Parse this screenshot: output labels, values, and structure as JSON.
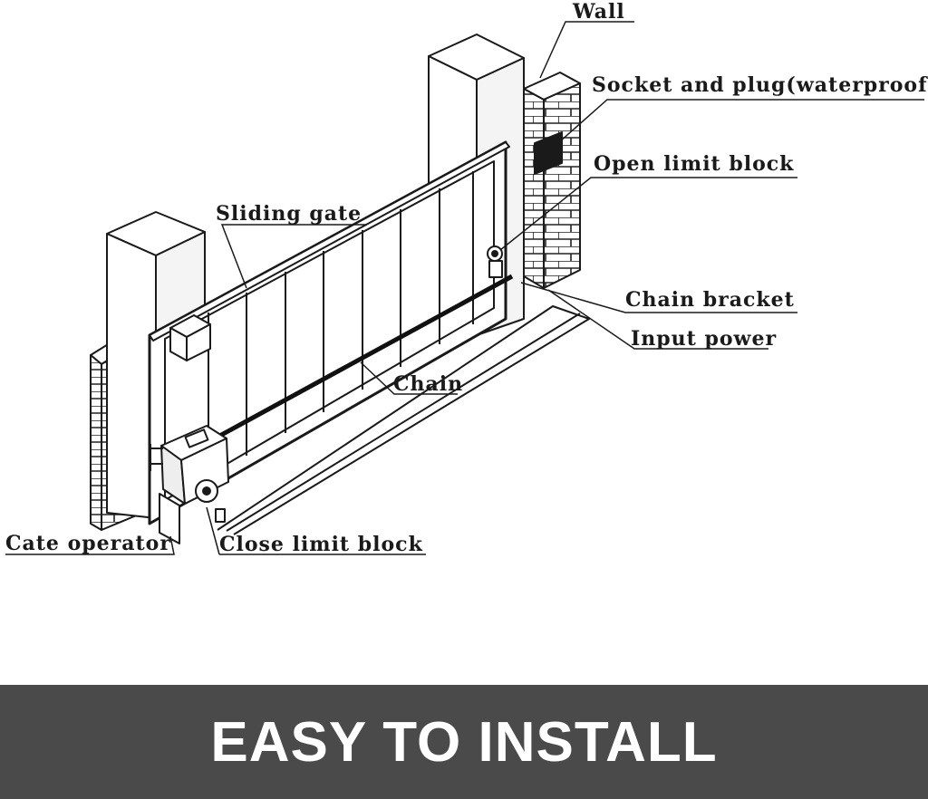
{
  "labels": {
    "wall": "Wall",
    "socket": "Socket and plug(waterproof)",
    "open_limit": "Open limit block",
    "sliding_gate": "Sliding gate",
    "chain_bracket": "Chain bracket",
    "input_power": "Input power",
    "chain": "Chain",
    "gate_operator": "Cate operator",
    "close_limit": "Close limit block"
  },
  "banner": {
    "text": "EASY TO INSTALL"
  },
  "colors": {
    "line": "#1a1a1a",
    "banner_bg": "#4a4a4a",
    "banner_text": "#ffffff"
  }
}
